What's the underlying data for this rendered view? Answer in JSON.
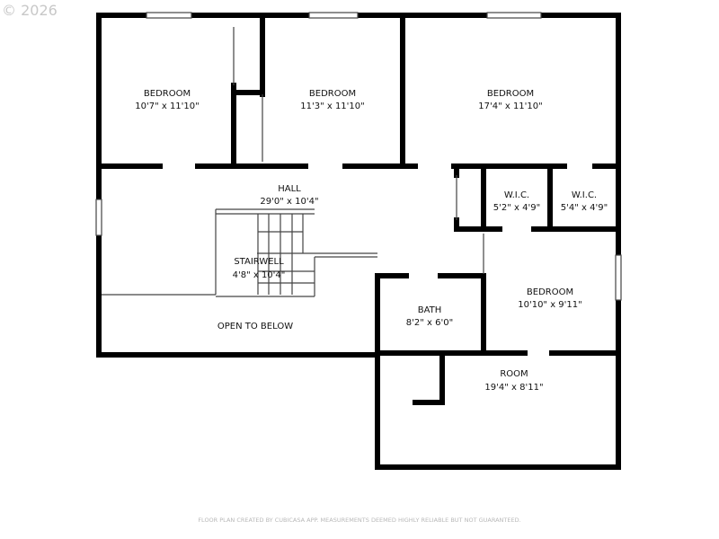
{
  "copyright": "© 2026",
  "footer": "FLOOR PLAN CREATED BY CUBICASA APP. MEASUREMENTS DEEMED HIGHLY RELIABLE BUT NOT GUARANTEED.",
  "rooms": [
    {
      "name": "BEDROOM",
      "size": "10'7\" x 11'10\""
    },
    {
      "name": "BEDROOM",
      "size": "11'3\" x 11'10\""
    },
    {
      "name": "BEDROOM",
      "size": "17'4\" x 11'10\""
    },
    {
      "name": "HALL",
      "size": "29'0\" x 10'4\""
    },
    {
      "name": "W.I.C.",
      "size": "5'2\" x 4'9\""
    },
    {
      "name": "W.I.C.",
      "size": "5'4\" x 4'9\""
    },
    {
      "name": "STAIRWELL",
      "size": "4'8\" x 10'4\""
    },
    {
      "name": "BATH",
      "size": "8'2\" x 6'0\""
    },
    {
      "name": "BEDROOM",
      "size": "10'10\" x 9'11\""
    },
    {
      "name": "OPEN TO BELOW",
      "size": ""
    },
    {
      "name": "ROOM",
      "size": "19'4\" x 8'11\""
    }
  ],
  "colors": {
    "wall": "#000000",
    "thin": "#444444",
    "watermark": "#c8c8c8"
  }
}
